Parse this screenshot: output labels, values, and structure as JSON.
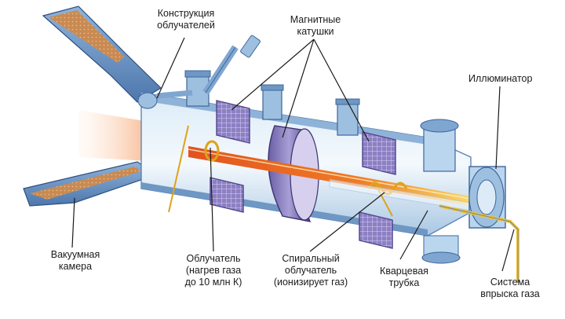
{
  "labels": {
    "feed_structure_1": "Конструкция",
    "feed_structure_2": "облучателей",
    "magnetic_coils_1": "Магнитные",
    "magnetic_coils_2": "катушки",
    "illuminator": "Иллюминатор",
    "vacuum_chamber_1": "Вакуумная",
    "vacuum_chamber_2": "камера",
    "antenna_1": "Облучатель",
    "antenna_2": "(нагрев газа",
    "antenna_3": "до 10 млн К)",
    "helical_antenna_1": "Спиральный",
    "helical_antenna_2": "облучатель",
    "helical_antenna_3": "(ионизирует газ)",
    "quartz_tube_1": "Кварцевая",
    "quartz_tube_2": "трубка",
    "gas_injection_1": "Система",
    "gas_injection_2": "впрыска газа"
  },
  "colors": {
    "chamber_light": "#e8f3fb",
    "chamber_mid": "#b9d6ee",
    "chamber_dark": "#5d86b8",
    "coil": "#8c7fc4",
    "nozzle_lining": "#c98a52",
    "plasma_hot": "#e2531f",
    "plasma_warm": "#f5b81c",
    "leader_line": "#1a1a1a"
  }
}
